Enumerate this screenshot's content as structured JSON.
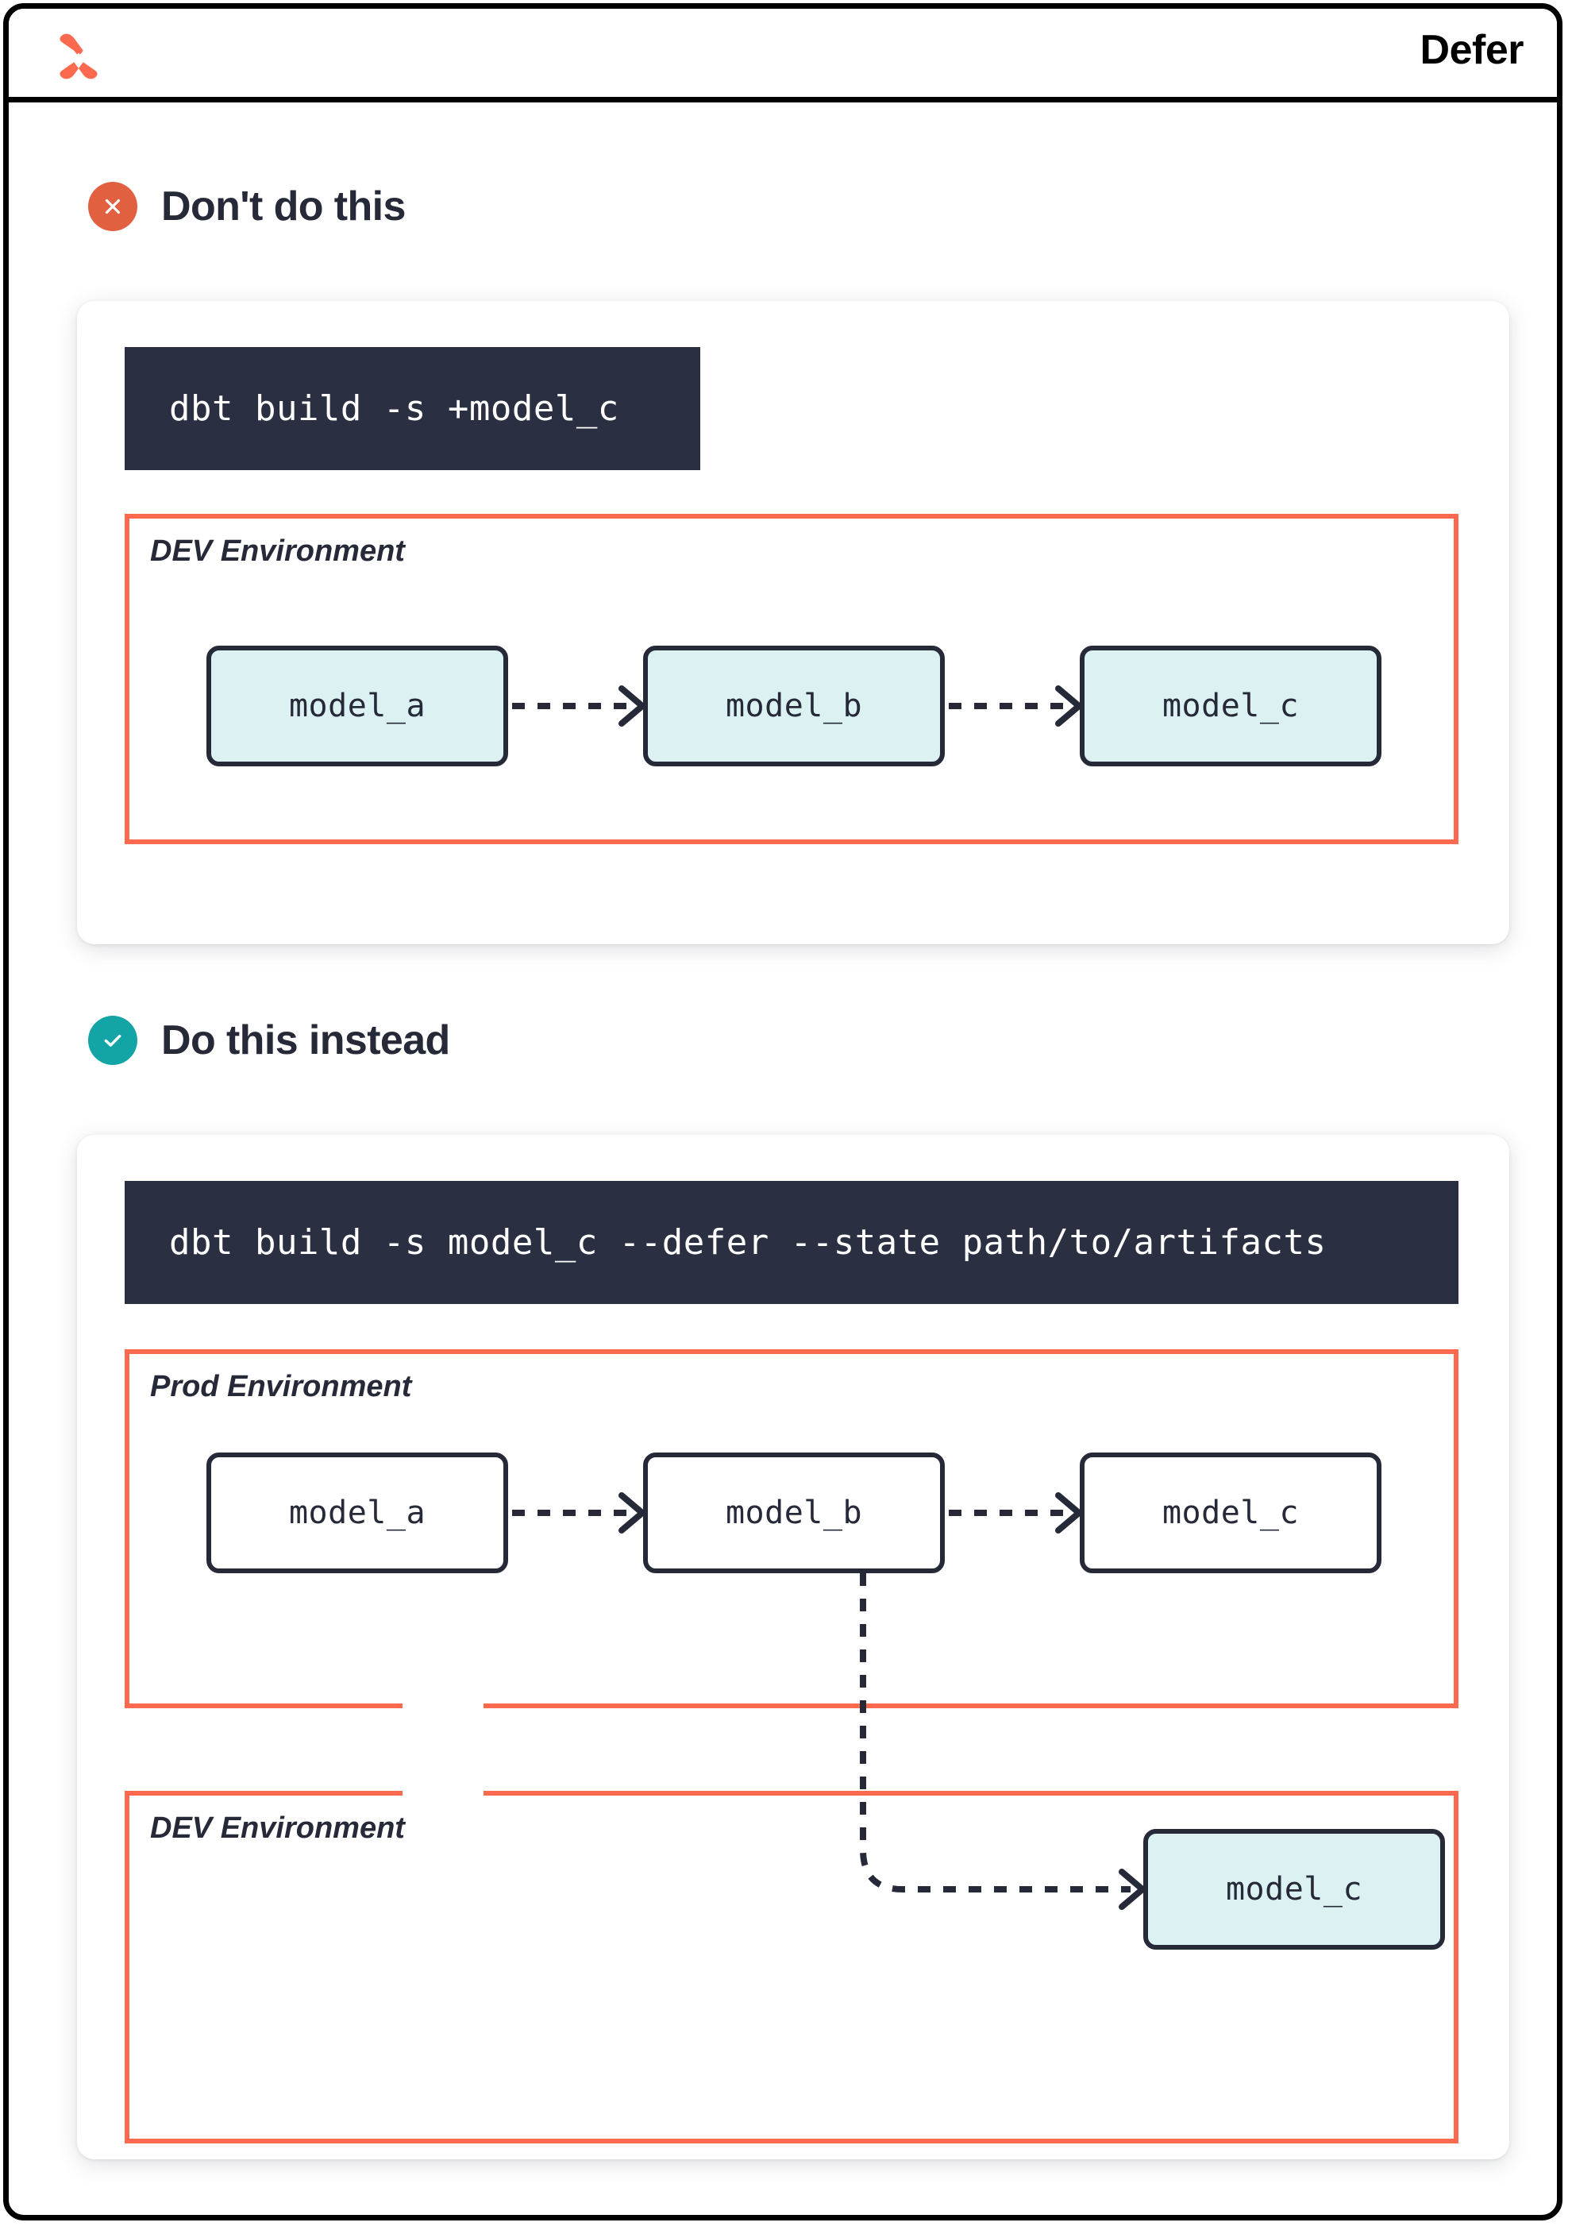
{
  "header": {
    "logo_icon": "dbt-logo-icon",
    "title": "Defer",
    "brand_color": "#fb6a4f"
  },
  "sections": [
    {
      "id": "dont",
      "badge_icon": "x-circle-icon",
      "badge_color": "#e0603f",
      "title": "Don't do this",
      "command": "dbt build -s +model_c",
      "environments": [
        {
          "label": "DEV Environment",
          "nodes": [
            {
              "label": "model_a",
              "fill": "cyan"
            },
            {
              "label": "model_b",
              "fill": "cyan"
            },
            {
              "label": "model_c",
              "fill": "cyan"
            }
          ]
        }
      ]
    },
    {
      "id": "do",
      "badge_icon": "check-circle-icon",
      "badge_color": "#13a5a5",
      "title": "Do this instead",
      "command": "dbt build -s model_c --defer --state path/to/artifacts",
      "environments": [
        {
          "label": "Prod Environment",
          "nodes": [
            {
              "label": "model_a",
              "fill": "white"
            },
            {
              "label": "model_b",
              "fill": "white"
            },
            {
              "label": "model_c",
              "fill": "white"
            }
          ]
        },
        {
          "label": "DEV Environment",
          "nodes": [
            {
              "label": "model_c",
              "fill": "cyan"
            }
          ]
        }
      ]
    }
  ],
  "colors": {
    "env_border": "#fb6a4f",
    "node_border": "#262a38",
    "node_fill_cyan": "#dcf2f2",
    "code_bg": "#2a2f41",
    "text_dark": "#262a38"
  }
}
